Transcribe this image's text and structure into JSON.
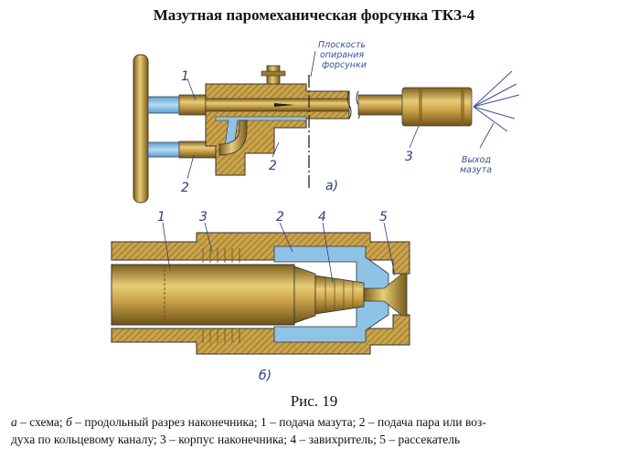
{
  "title": "Мазутная паромеханическая форсунка ТКЗ-4",
  "figure_a": {
    "labels": [
      "1",
      "2",
      "2",
      "3"
    ],
    "view_letter": "а)",
    "note_plane": [
      "Плоскость",
      "опирания",
      "форсунки"
    ],
    "note_exit": [
      "Выход",
      "мазута"
    ]
  },
  "figure_b": {
    "labels": [
      "1",
      "3",
      "2",
      "4",
      "5"
    ],
    "view_letter": "б)"
  },
  "caption": {
    "fig_number": "Рис. 19",
    "line1_italic_a": "а",
    "line1_a": " – схема; ",
    "line1_italic_b": "б",
    "line1_rest": " – продольный разрез наконечника; 1 – подача мазута; 2 – подача пара или воз-",
    "line2": "духа по кольцевому каналу; 3 – корпус наконечника; 4 – завихритель; 5 – рассекатель"
  },
  "colors": {
    "brass": "#c9a24a",
    "brass_dark": "#8a6a22",
    "steam_blue": "#8fc3e6",
    "outline": "#3a3a3a",
    "label_blue": "#2a3f7a"
  }
}
